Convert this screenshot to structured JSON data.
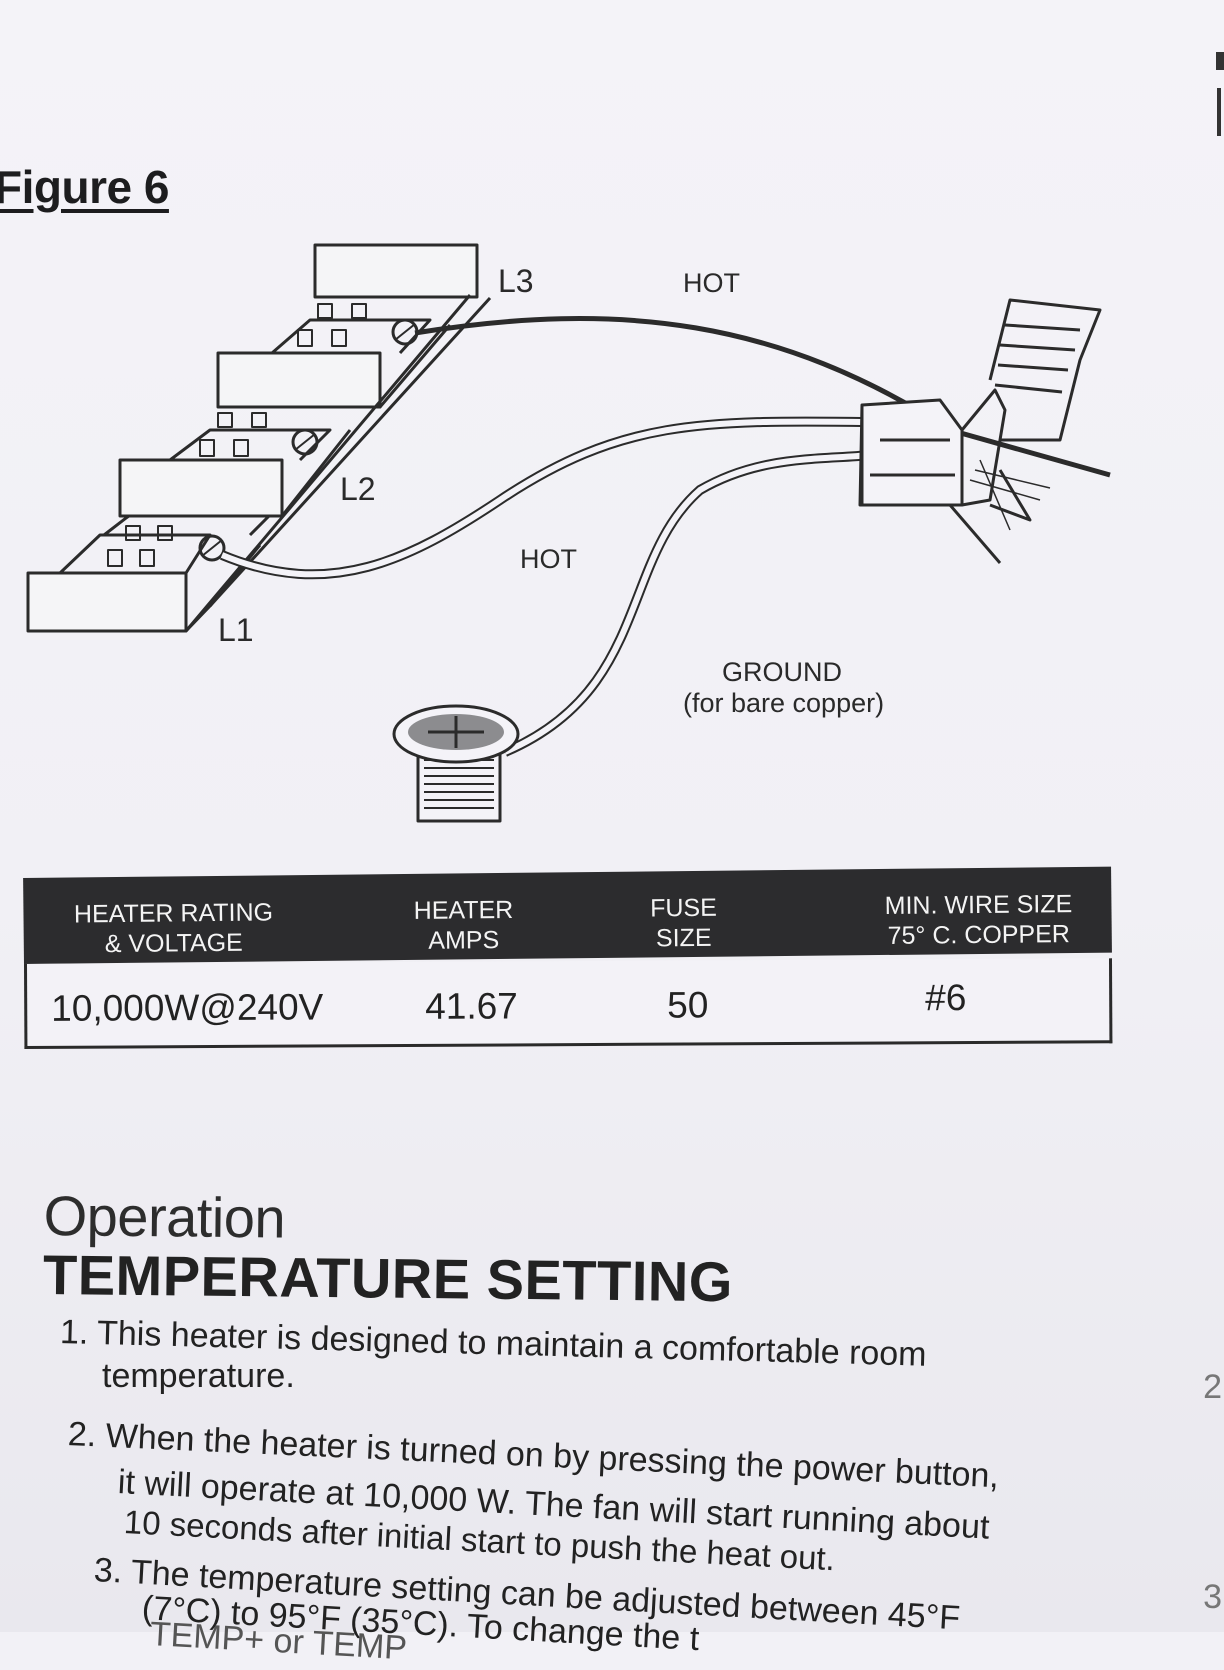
{
  "figure": {
    "title": "Figure 6",
    "labels": {
      "l1": "L1",
      "l2": "L2",
      "l3": "L3",
      "hot_top": "HOT",
      "hot_mid": "HOT",
      "ground": "GROUND",
      "ground_note": "(for bare copper)"
    }
  },
  "spec_table": {
    "headers": [
      [
        "HEATER RATING",
        "& VOLTAGE"
      ],
      [
        "HEATER",
        "AMPS"
      ],
      [
        "FUSE",
        "SIZE"
      ],
      [
        "MIN. WIRE SIZE",
        "75° C. COPPER"
      ]
    ],
    "row": [
      "10,000W@240V",
      "41.67",
      "50",
      "#6"
    ]
  },
  "operation": {
    "title": "Operation",
    "subtitle": "TEMPERATURE SETTING",
    "steps": [
      "1. This heater is designed to maintain a comfortable room",
      "temperature.",
      "2. When the heater is turned on by pressing the power button,",
      "it will operate at 10,000 W. The fan will start running about",
      "10 seconds after initial start to push the heat out.",
      "3. The temperature setting can be adjusted between 45°F",
      "(7°C) to 95°F (35°C). To change the t",
      "TEMP+ or TEMP"
    ]
  },
  "edge_marks": [
    "2",
    "3"
  ]
}
